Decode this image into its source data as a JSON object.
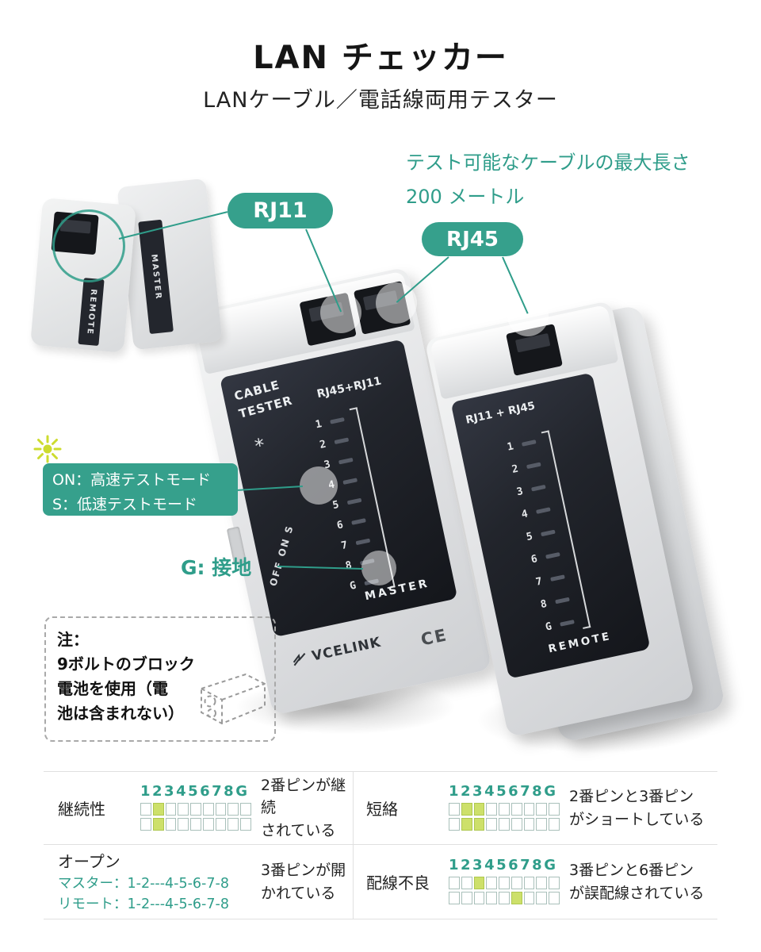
{
  "colors": {
    "accent": "#2f9d8a",
    "highlight": "#cde06a",
    "panel_dark": "#1d2027",
    "body_gray": "#e4e5e7"
  },
  "header": {
    "title": "LAN チェッカー",
    "subtitle": "LANケーブル／電話線両用テスター"
  },
  "callouts": {
    "max_length_line1": "テスト可能なケーブルの最大長さ",
    "max_length_line2": "200 メートル",
    "rj11": "RJ11",
    "rj45": "RJ45",
    "mode_line1": "ON：高速テストモード",
    "mode_line2": "S：低速テストモード",
    "ground": "G:  接地"
  },
  "note": {
    "title": "注：",
    "line1": "9ボルトのブロック",
    "line2": "電池を使用（電",
    "line3": "池は含まれない）"
  },
  "device": {
    "pins": [
      "1",
      "2",
      "3",
      "4",
      "5",
      "6",
      "7",
      "8",
      "G"
    ],
    "master": {
      "name_line1": "CABLE",
      "name_line2": "TESTER",
      "port_label": "RJ45+RJ11",
      "switch_label": "OFF ON S",
      "unit_label": "MASTER",
      "brand": "VCELINK",
      "ce_mark": "CE"
    },
    "remote": {
      "port_label": "RJ11 + RJ45",
      "unit_label": "REMOTE"
    },
    "inset": {
      "label_master": "MASTER",
      "label_remote": "REMOTE"
    }
  },
  "table": {
    "pin_header": "12345678G",
    "continuity": {
      "label": "継続性",
      "rows": [
        [
          2
        ],
        [
          2
        ]
      ],
      "desc1": "2番ピンが継続",
      "desc2": "されている"
    },
    "short": {
      "label": "短絡",
      "rows": [
        [
          2,
          3
        ],
        [
          2,
          3
        ]
      ],
      "desc1": "2番ピンと3番ピン",
      "desc2": "がショートしている"
    },
    "open": {
      "label": "オープン",
      "master_line": "マスター：1-2---4-5-6-7-8",
      "remote_line": "リモート：1-2---4-5-6-7-8",
      "desc1": "3番ピンが開",
      "desc2": "かれている"
    },
    "miswire": {
      "label": "配線不良",
      "rows": [
        [
          3
        ],
        [
          6
        ]
      ],
      "desc1": "3番ピンと6番ピン",
      "desc2": "が誤配線されている"
    }
  }
}
